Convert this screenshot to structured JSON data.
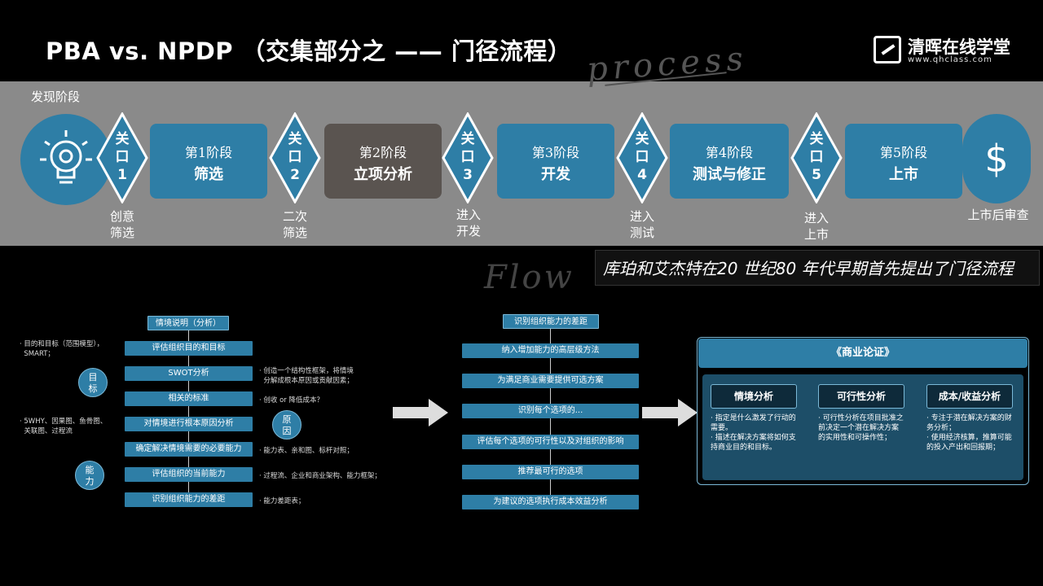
{
  "header": {
    "title": "PBA vs. NPDP （交集部分之 —— 门径流程）",
    "logo_name": "清晖在线学堂",
    "logo_url": "www.qhclass.com"
  },
  "handwriting": {
    "process": "process",
    "flow": "Flow"
  },
  "band": {
    "label": "发现阶段",
    "gates": [
      {
        "line1": "关",
        "line2": "口",
        "num": "1",
        "below": [
          "创意",
          "筛选"
        ]
      },
      {
        "line1": "关",
        "line2": "口",
        "num": "2",
        "below": [
          "二次",
          "筛选"
        ]
      },
      {
        "line1": "关",
        "line2": "口",
        "num": "3",
        "below": [
          "进入",
          "开发"
        ]
      },
      {
        "line1": "关",
        "line2": "口",
        "num": "4",
        "below": [
          "进入",
          "测试"
        ]
      },
      {
        "line1": "关",
        "line2": "口",
        "num": "5",
        "below": [
          "进入",
          "上市"
        ]
      }
    ],
    "stages": [
      {
        "num": "第1阶段",
        "name": "筛选"
      },
      {
        "num": "第2阶段",
        "name": "立项分析"
      },
      {
        "num": "第3阶段",
        "name": "开发"
      },
      {
        "num": "第4阶段",
        "name": "测试与修正"
      },
      {
        "num": "第5阶段",
        "name": "上市"
      }
    ],
    "dollar": "$",
    "post_launch": "上市后审查"
  },
  "quote": "库珀和艾杰特在20 世纪80 年代早期首先提出了门径流程",
  "left_flow": {
    "head": "情境说明（分析）",
    "steps": [
      "评估组织目的和目标",
      "SWOT分析",
      "相关的标准",
      "对情境进行根本原因分析",
      "确定解决情境需要的必要能力",
      "评估组织的当前能力",
      "识别组织能力的差距"
    ],
    "left_notes": [
      "· 目的和目标（范围模型），\n  SMART；",
      "· 5WHY、因果图、鱼骨图、\n  关联图、过程流"
    ],
    "right_notes": [
      "· 创造一个结构性框架，将情境\n  分解成根本原因或贡献因素；",
      "· 创收 or 降低成本？",
      "· 能力表、亲和图、标杆对照；",
      "· 过程流、企业和商业架构、能力框架；",
      "· 能力差距表；"
    ],
    "circles": {
      "goal": [
        "目",
        "标"
      ],
      "cause": [
        "原",
        "因"
      ],
      "ability": [
        "能",
        "力"
      ]
    }
  },
  "mid_flow": {
    "head": "识别组织能力的差距",
    "steps": [
      "纳入增加能力的高层级方法",
      "为满足商业需要提供可选方案",
      "识别每个选项的...",
      "评估每个选项的可行性以及对组织的影响",
      "推荐最可行的选项",
      "为建议的选项执行成本效益分析"
    ]
  },
  "business_case": {
    "title": "《商业论证》",
    "columns": [
      {
        "head": "情境分析",
        "body": [
          "· 指定是什么激发了行动的需要。",
          "· 描述在解决方案将如何支持商业目的和目标。"
        ]
      },
      {
        "head": "可行性分析",
        "body": [
          "· 可行性分析在项目批准之前决定一个潜在解决方案的实用性和可操作性；"
        ]
      },
      {
        "head": "成本/收益分析",
        "body": [
          "· 专注于潜在解决方案的财务分析；",
          "· 使用经济核算，推算可能的投入产出和回报期；"
        ]
      }
    ]
  }
}
